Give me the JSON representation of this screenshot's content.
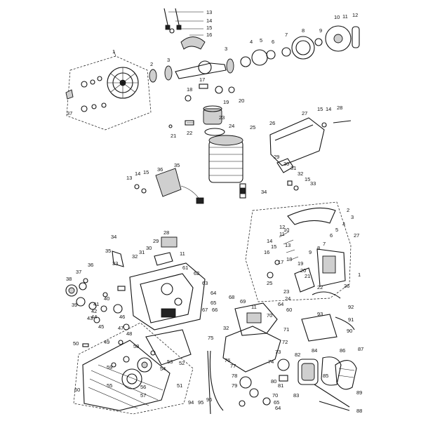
{
  "labels": {
    "top": [
      "13",
      "14",
      "15",
      "16",
      "1",
      "2",
      "3",
      "18",
      "17",
      "19",
      "20",
      "23",
      "22",
      "21",
      "24",
      "3",
      "4",
      "5",
      "6",
      "7",
      "8",
      "9",
      "10",
      "11",
      "12",
      "37",
      "25",
      "26",
      "27",
      "15",
      "14",
      "28",
      "29",
      "30",
      "31",
      "32",
      "15",
      "33",
      "35",
      "13",
      "14",
      "15",
      "36",
      "34"
    ],
    "left": [
      "34",
      "28",
      "29",
      "30",
      "31",
      "32",
      "11",
      "33",
      "35",
      "36",
      "37",
      "38",
      "39",
      "40",
      "41",
      "42",
      "43",
      "44",
      "45",
      "46",
      "47",
      "48",
      "49",
      "50",
      "61",
      "62",
      "63",
      "64",
      "65",
      "66",
      "67",
      "58",
      "59",
      "55",
      "54",
      "53",
      "52",
      "56",
      "57",
      "51",
      "60"
    ],
    "right": [
      "2",
      "3",
      "4",
      "5",
      "6",
      "7",
      "8",
      "9",
      "10",
      "11",
      "12",
      "13",
      "14",
      "15",
      "16",
      "17",
      "18",
      "19",
      "20",
      "21",
      "22",
      "23",
      "24",
      "25",
      "26",
      "27",
      "1"
    ],
    "bottom_right": [
      "68",
      "69",
      "11",
      "64",
      "70",
      "71",
      "60",
      "92",
      "93",
      "91",
      "90",
      "72",
      "73",
      "74",
      "75",
      "32",
      "76",
      "77",
      "78",
      "79",
      "80",
      "81",
      "82",
      "83",
      "84",
      "85",
      "86",
      "87",
      "89",
      "88",
      "70",
      "65",
      "64",
      "94",
      "95",
      "96"
    ]
  }
}
